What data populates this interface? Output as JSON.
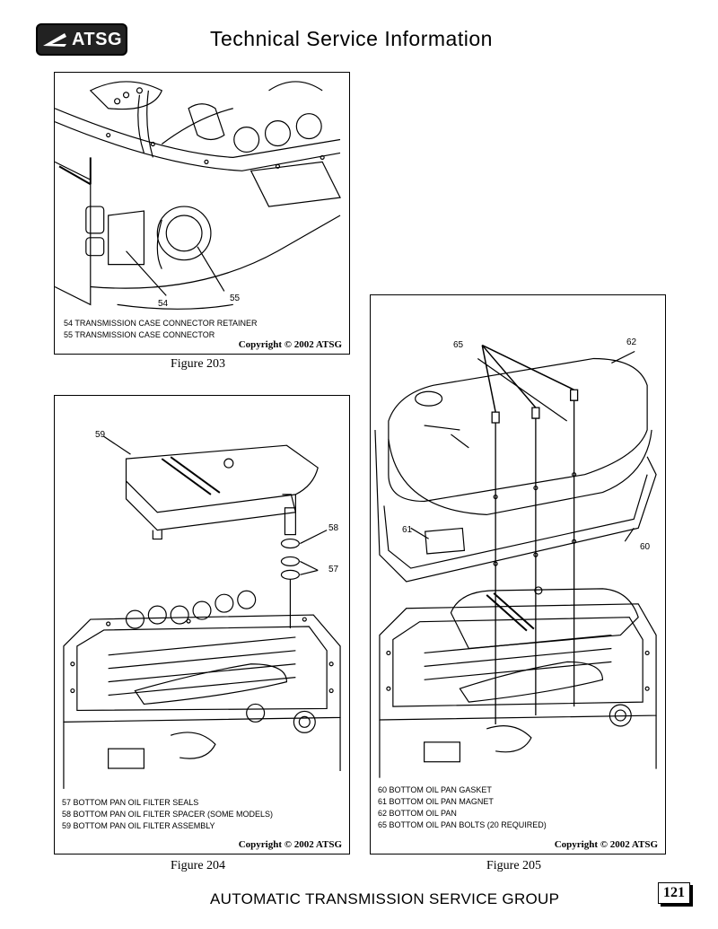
{
  "header": {
    "logo_text": "ATSG",
    "title": "Technical Service Information"
  },
  "figures": [
    {
      "caption": "Figure 203",
      "callouts": [
        "54",
        "55"
      ],
      "legend": [
        "54 TRANSMISSION CASE CONNECTOR RETAINER",
        "55 TRANSMISSION CASE CONNECTOR"
      ],
      "copyright": "Copyright © 2002 ATSG"
    },
    {
      "caption": "Figure 204",
      "callouts": [
        "59",
        "58",
        "57"
      ],
      "legend": [
        "57 BOTTOM PAN OIL FILTER SEALS",
        "58 BOTTOM PAN OIL FILTER SPACER (SOME MODELS)",
        "59 BOTTOM PAN OIL FILTER ASSEMBLY"
      ],
      "copyright": "Copyright © 2002 ATSG"
    },
    {
      "caption": "Figure 205",
      "callouts": [
        "65",
        "62",
        "61",
        "60"
      ],
      "legend": [
        "60 BOTTOM OIL PAN GASKET",
        "61 BOTTOM OIL PAN MAGNET",
        "62 BOTTOM OIL PAN",
        "65 BOTTOM OIL PAN BOLTS (20 REQUIRED)"
      ],
      "copyright": "Copyright © 2002 ATSG"
    }
  ],
  "footer": {
    "text": "AUTOMATIC TRANSMISSION SERVICE GROUP",
    "page_number": "121"
  },
  "colors": {
    "ink": "#000000",
    "logo_bg": "#222222",
    "paper": "#ffffff"
  }
}
